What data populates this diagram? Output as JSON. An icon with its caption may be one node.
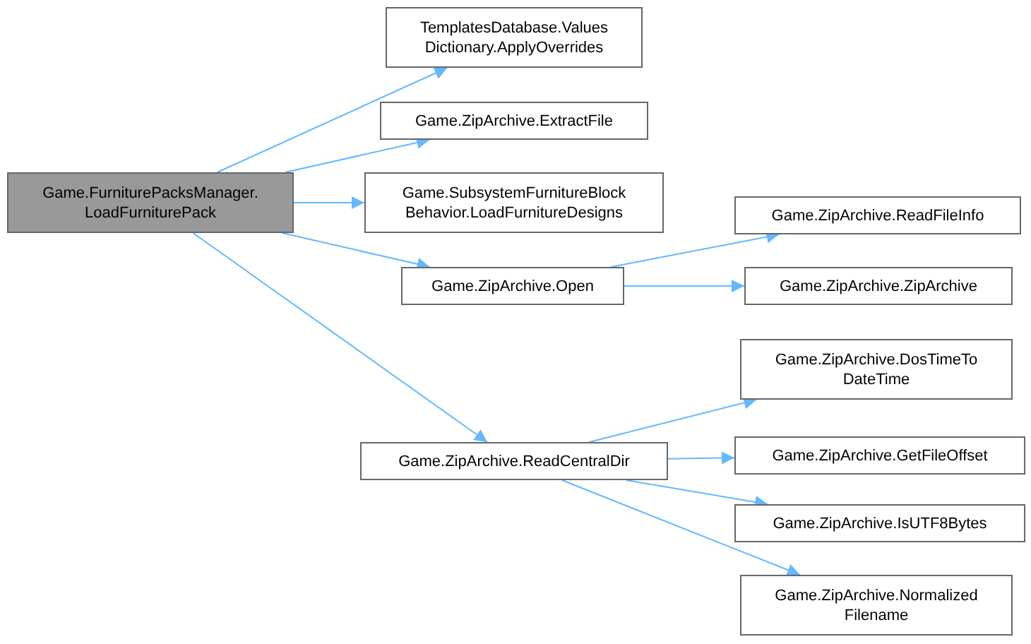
{
  "diagram": {
    "nodes": [
      {
        "text": [
          "Game.FurniturePacksManager. LoadFurniturePack"
        ]
      },
      {
        "text": [
          "TemplatesDatabase.Values Dictionary.ApplyOverrides"
        ]
      },
      {
        "text": [
          "Game.ZipArchive.ExtractFile"
        ]
      },
      {
        "text": [
          "Game.SubsystemFurnitureBlock Behavior.LoadFurnitureDesigns"
        ]
      },
      {
        "text": [
          "Game.ZipArchive.Open"
        ]
      },
      {
        "text": [
          "Game.ZipArchive.ReadCentralDir"
        ]
      },
      {
        "text": [
          "Game.ZipArchive.ReadFileInfo"
        ]
      },
      {
        "text": [
          "Game.ZipArchive.ZipArchive"
        ]
      },
      {
        "text": [
          "Game.ZipArchive.DosTimeTo DateTime"
        ]
      },
      {
        "text": [
          "Game.ZipArchive.GetFileOffset"
        ]
      },
      {
        "text": [
          "Game.ZipArchive.IsUTF8Bytes"
        ]
      },
      {
        "text": [
          "Game.ZipArchive.Normalized Filename"
        ]
      }
    ],
    "edges": [
      {
        "from": 0,
        "to": 1,
        "arrow": "to"
      },
      {
        "from": 0,
        "to": 2,
        "arrow": "to"
      },
      {
        "from": 0,
        "to": 3,
        "arrow": "to"
      },
      {
        "from": 0,
        "to": 4,
        "arrow": "to"
      },
      {
        "from": 0,
        "to": 5,
        "arrow": "to"
      },
      {
        "from": 4,
        "to": 6,
        "arrow": "to"
      },
      {
        "from": 4,
        "to": 7,
        "arrow": "to"
      },
      {
        "from": 5,
        "to": 8,
        "arrow": "to"
      },
      {
        "from": 5,
        "to": 9,
        "arrow": "to"
      },
      {
        "from": 5,
        "to": 10,
        "arrow": "to"
      },
      {
        "from": 5,
        "to": 11,
        "arrow": "to"
      }
    ]
  }
}
